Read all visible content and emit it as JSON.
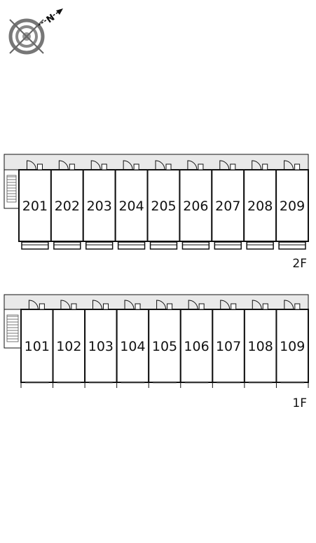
{
  "compass": {
    "letter": "N",
    "icon": "compass-rose-icon"
  },
  "floors": [
    {
      "label": "2F",
      "rooms": [
        "201",
        "202",
        "203",
        "204",
        "205",
        "206",
        "207",
        "208",
        "209"
      ],
      "balcony": "enclosed"
    },
    {
      "label": "1F",
      "rooms": [
        "101",
        "102",
        "103",
        "104",
        "105",
        "106",
        "107",
        "108",
        "109"
      ],
      "balcony": "open"
    }
  ],
  "colors": {
    "line": "#111111",
    "corridor": "#e9e9e9",
    "stairs": "#dddddd"
  }
}
